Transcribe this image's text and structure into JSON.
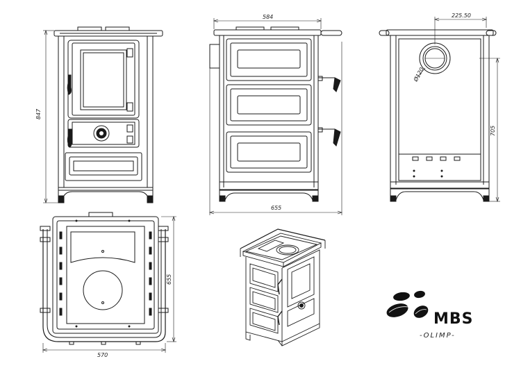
{
  "dimensions": {
    "front_height": "847",
    "side_top_width": "584",
    "side_bottom_width": "655",
    "back_offset": "225.50",
    "back_height": "705",
    "flue_diameter": "Ø120",
    "top_depth": "655",
    "top_width": "570"
  },
  "logo": {
    "brand": "MBS",
    "model": "-OLIMP-"
  }
}
